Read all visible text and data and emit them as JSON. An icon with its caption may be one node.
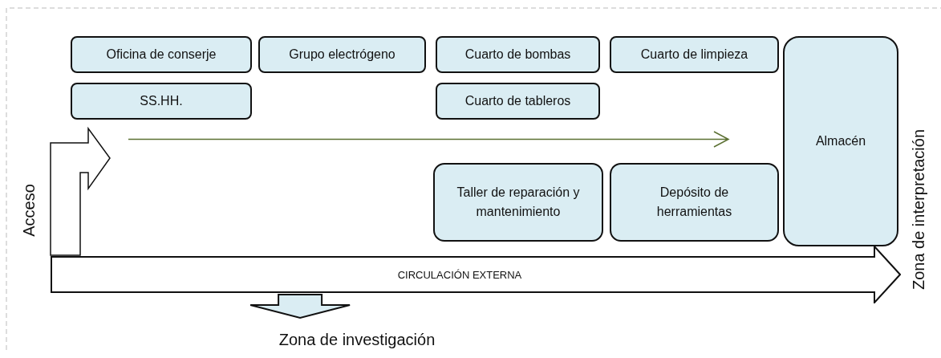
{
  "diagram": {
    "nodes": [
      {
        "text": [
          "Oficina de conserje"
        ]
      },
      {
        "text": [
          "Grupo electrógeno"
        ]
      },
      {
        "text": [
          "Cuarto de bombas"
        ]
      },
      {
        "text": [
          "Cuarto de limpieza"
        ]
      },
      {
        "text": [
          "Almacén"
        ]
      },
      {
        "text": [
          "SS.HH."
        ]
      },
      {
        "text": [
          "Cuarto de tableros"
        ]
      },
      {
        "text": [
          "Taller de reparación y mantenimiento"
        ]
      },
      {
        "text": [
          "Depósito de herramientas"
        ]
      },
      {
        "text": [
          "Acceso"
        ]
      },
      {
        "text": [
          "CIRCULACIÓN EXTERNA"
        ]
      },
      {
        "text": [
          "Zona de investigación"
        ]
      },
      {
        "text": [
          "Zona de interpretación"
        ]
      }
    ],
    "edges": [
      {
        "from": 10,
        "to": 11,
        "arrow": "to",
        "style": "thick"
      },
      {
        "from": 10,
        "to": null,
        "arrow": "to",
        "style": "thick"
      }
    ]
  }
}
